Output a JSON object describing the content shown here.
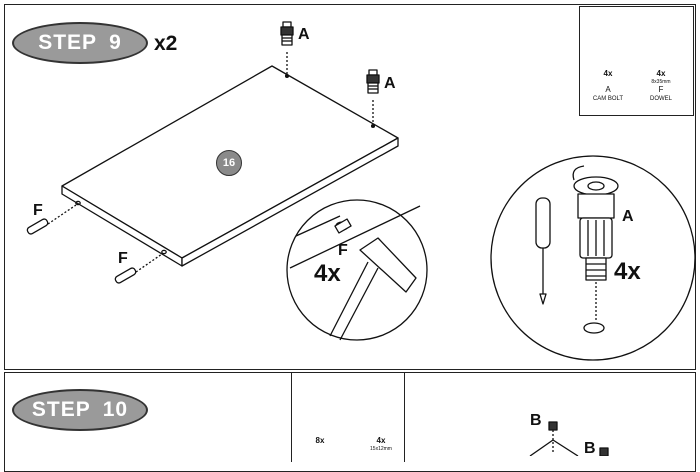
{
  "step9": {
    "label": "STEP",
    "number": "9",
    "multiplier": "x2",
    "panel_number": "16",
    "letter_a": "A",
    "letter_f": "F",
    "qty": "4x"
  },
  "step9_parts": {
    "cam_bolt": {
      "qty": "4x",
      "letter": "A",
      "name": "CAM BOLT"
    },
    "dowel": {
      "qty": "4x",
      "size": "8x35mm",
      "letter": "F",
      "name": "DOWEL"
    }
  },
  "step10": {
    "label": "STEP",
    "number": "10",
    "letter_b": "B"
  },
  "step10_parts": {
    "bolt": {
      "qty": "8x"
    },
    "cam_lock": {
      "qty": "4x",
      "size": "15x12mm"
    }
  }
}
